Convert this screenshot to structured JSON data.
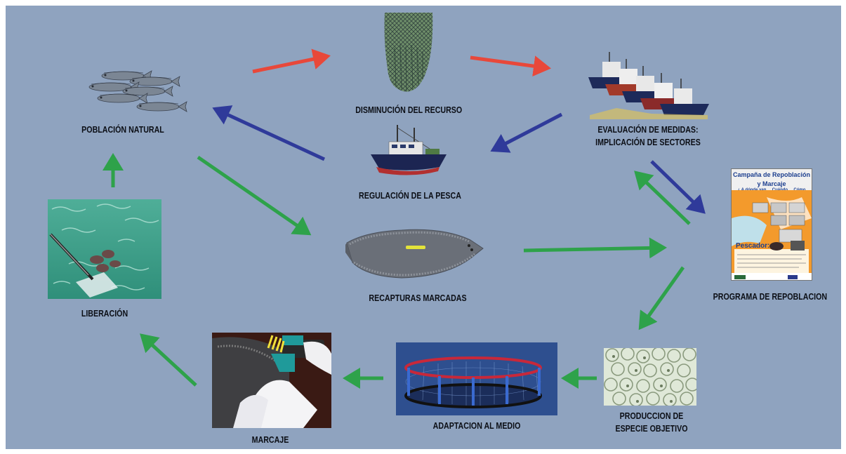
{
  "diagram": {
    "nodes": {
      "poblacion": {
        "label": "POBLACIÓN NATURAL",
        "icon": "fish-school-icon"
      },
      "disminucion": {
        "label": "DISMINUCIÓN DEL RECURSO",
        "icon": "fishing-net-icon"
      },
      "evaluacion": {
        "line1": "EVALUACIÓN DE MEDIDAS:",
        "line2": "IMPLICACIÓN DE SECTORES",
        "icon": "fishing-fleet-icon"
      },
      "regulacion": {
        "label": "REGULACIÓN DE LA PESCA",
        "icon": "fishing-boat-icon"
      },
      "recapturas": {
        "label": "RECAPTURAS MARCADAS",
        "icon": "flatfish-icon"
      },
      "programa": {
        "label": "PROGRAMA DE REPOBLACION",
        "icon": "poster-icon"
      },
      "liberacion": {
        "label": "LIBERACIÓN",
        "icon": "release-water-icon"
      },
      "marcaje": {
        "label": "MARCAJE",
        "icon": "tagging-gun-icon"
      },
      "adaptacion": {
        "label": "ADAPTACION AL MEDIO",
        "icon": "sea-cage-icon"
      },
      "produccion": {
        "line1": "PRODUCCION DE",
        "line2": "ESPECIE OBJETIVO",
        "icon": "fish-eggs-icon"
      }
    },
    "poster": {
      "title1": "Campaña de Repoblación",
      "title2": "y Marcaje",
      "subtitle": "¿ A dónde van, ...Cuándo, ...Cómo crecen?",
      "heading": "Pescador:"
    },
    "colors": {
      "background": "#8fa3bf",
      "arrow_red": "#e8483a",
      "arrow_blue": "#2f3a9a",
      "arrow_green": "#2ea24a"
    }
  }
}
